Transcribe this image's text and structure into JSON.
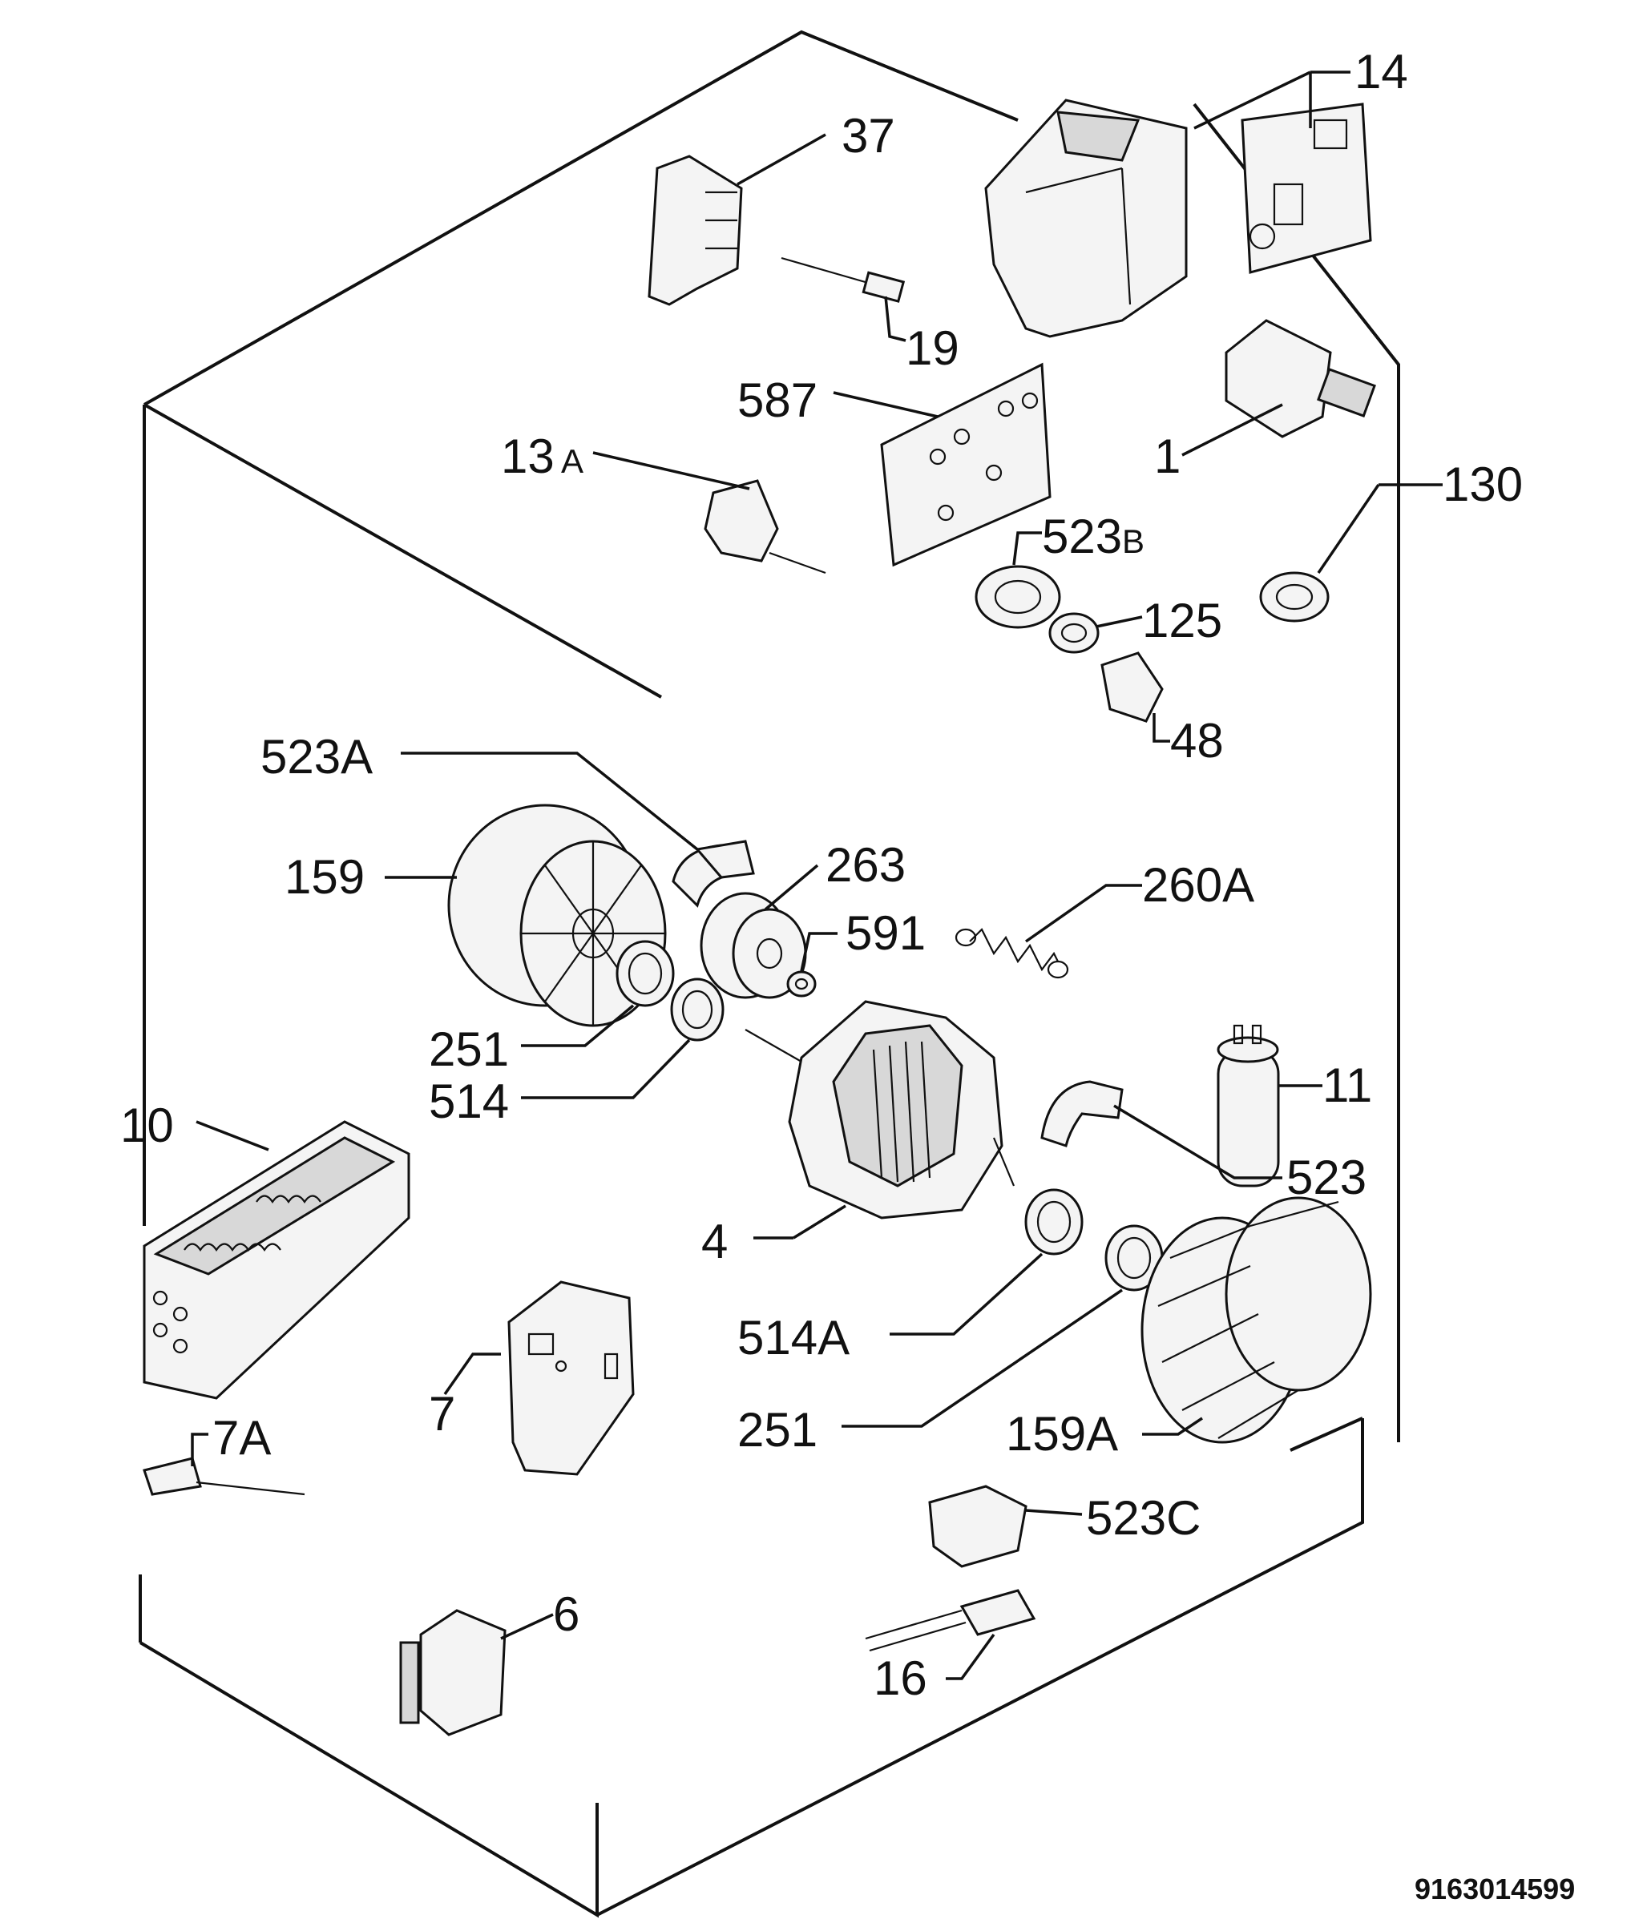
{
  "document_number": "9163014599",
  "labels": {
    "p14": "14",
    "p37": "37",
    "p19": "19",
    "p587": "587",
    "p13a_num": "13",
    "p13a_suf": "A",
    "p1": "1",
    "p130": "130",
    "p523b_num": "523",
    "p523b_suf": "B",
    "p125": "125",
    "p48": "48",
    "p523a": "523A",
    "p159": "159",
    "p263": "263",
    "p591": "591",
    "p260a": "260A",
    "p251a": "251",
    "p514": "514",
    "p11": "11",
    "p10": "10",
    "p523": "523",
    "p4": "4",
    "p514a": "514A",
    "p251b": "251",
    "p159a": "159A",
    "p7": "7",
    "p7a": "7A",
    "p523c": "523C",
    "p6": "6",
    "p16": "16"
  }
}
